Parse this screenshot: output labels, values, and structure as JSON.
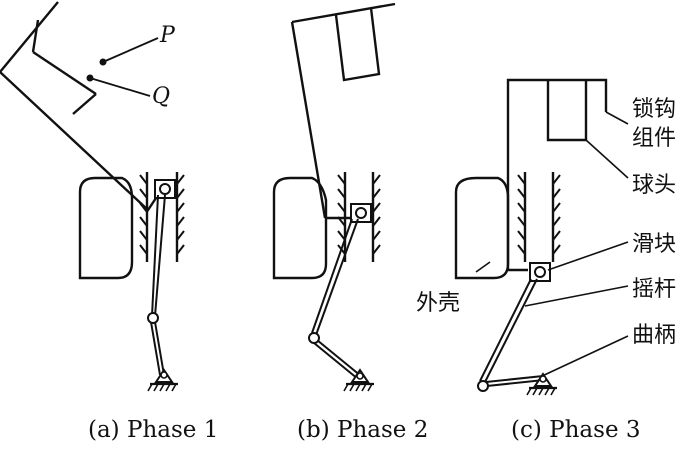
{
  "phase1": {
    "caption": "(a) Phase 1",
    "label_p": "P",
    "label_q": "Q"
  },
  "phase2": {
    "caption": "(b) Phase 2"
  },
  "phase3": {
    "caption": "(c) Phase 3",
    "label_lock_hook_line1": "锁钩",
    "label_lock_hook_line2": "组件",
    "label_ball_head": "球头",
    "label_slider": "滑块",
    "label_rocker": "摇杆",
    "label_crank": "曲柄",
    "label_shell": "外壳"
  }
}
